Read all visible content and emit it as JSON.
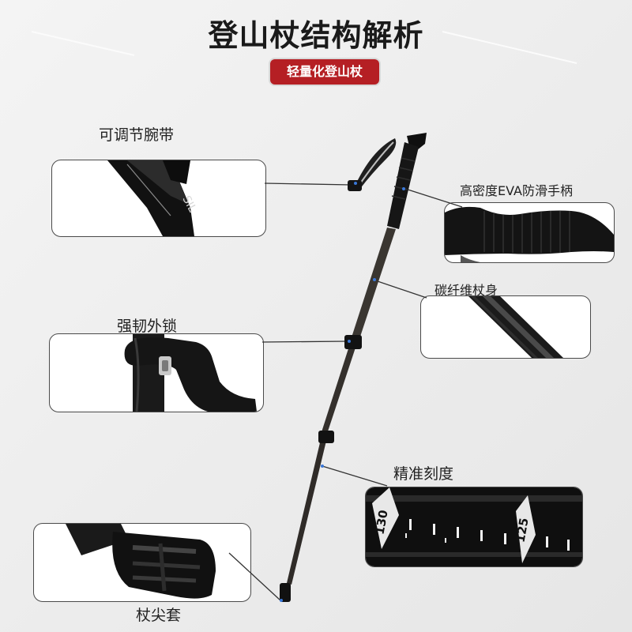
{
  "title": "登山杖结构解析",
  "badge": "轻量化登山杖",
  "callouts": {
    "wrist_strap": "可调节腕带",
    "grip": "高密度EVA防滑手柄",
    "shaft": "碳纤维杖身",
    "lock": "强韧外锁",
    "scale": "精准刻度",
    "tip": "杖尖套"
  },
  "strap_print": "SIL",
  "scale_marks": [
    "130",
    "125"
  ],
  "colors": {
    "badge": "#b51f24",
    "accent_dot": "#3a78d8",
    "pole": "#1c1c1c"
  }
}
